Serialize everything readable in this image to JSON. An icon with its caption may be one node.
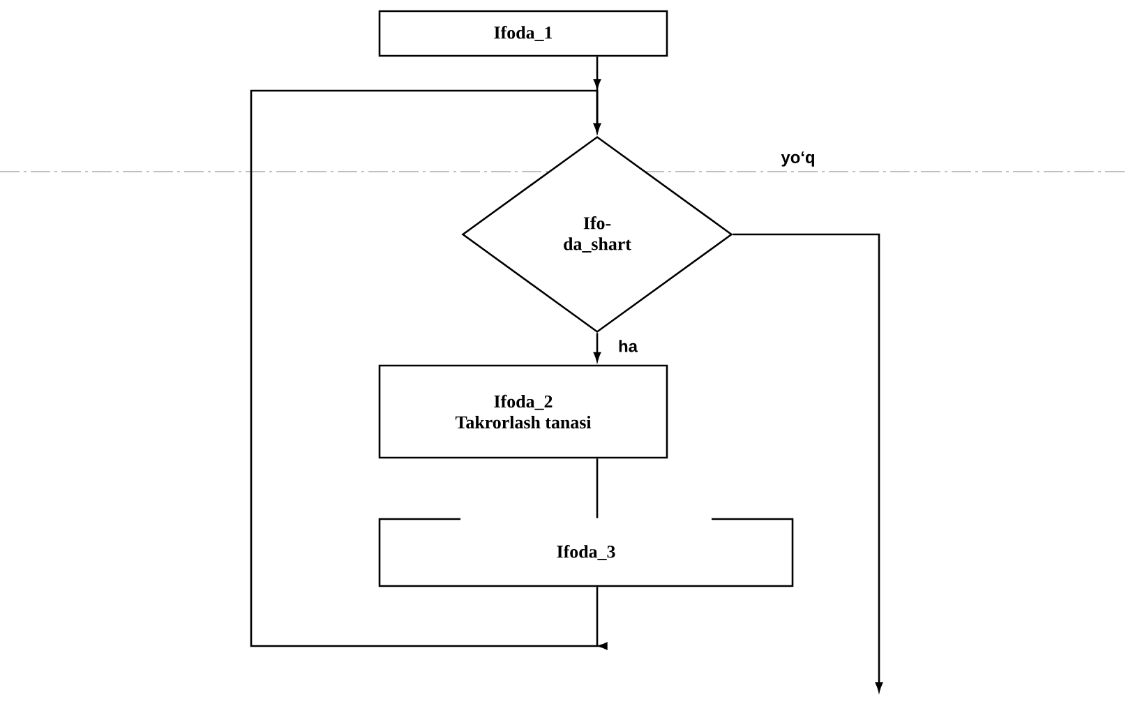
{
  "diagram": {
    "nodes": [
      {
        "text": [
          "Ifoda_1"
        ]
      },
      {
        "text": [
          "Ifo- da_shart"
        ]
      },
      {
        "text": [
          "Ifoda_2",
          "Takrorlash tanasi"
        ]
      },
      {
        "text": [
          "Ifoda_3"
        ]
      }
    ],
    "edges": [
      {
        "from": 0,
        "to": 1,
        "arrow": "to"
      },
      {
        "from": 1,
        "to": 2,
        "arrow": "to",
        "label": "ha"
      },
      {
        "from": 2,
        "to": 3,
        "arrow": "none"
      },
      {
        "from": 3,
        "to": 1,
        "arrow": "to"
      },
      {
        "from": 1,
        "to": null,
        "arrow": "to",
        "label": "yo‘q"
      }
    ]
  }
}
